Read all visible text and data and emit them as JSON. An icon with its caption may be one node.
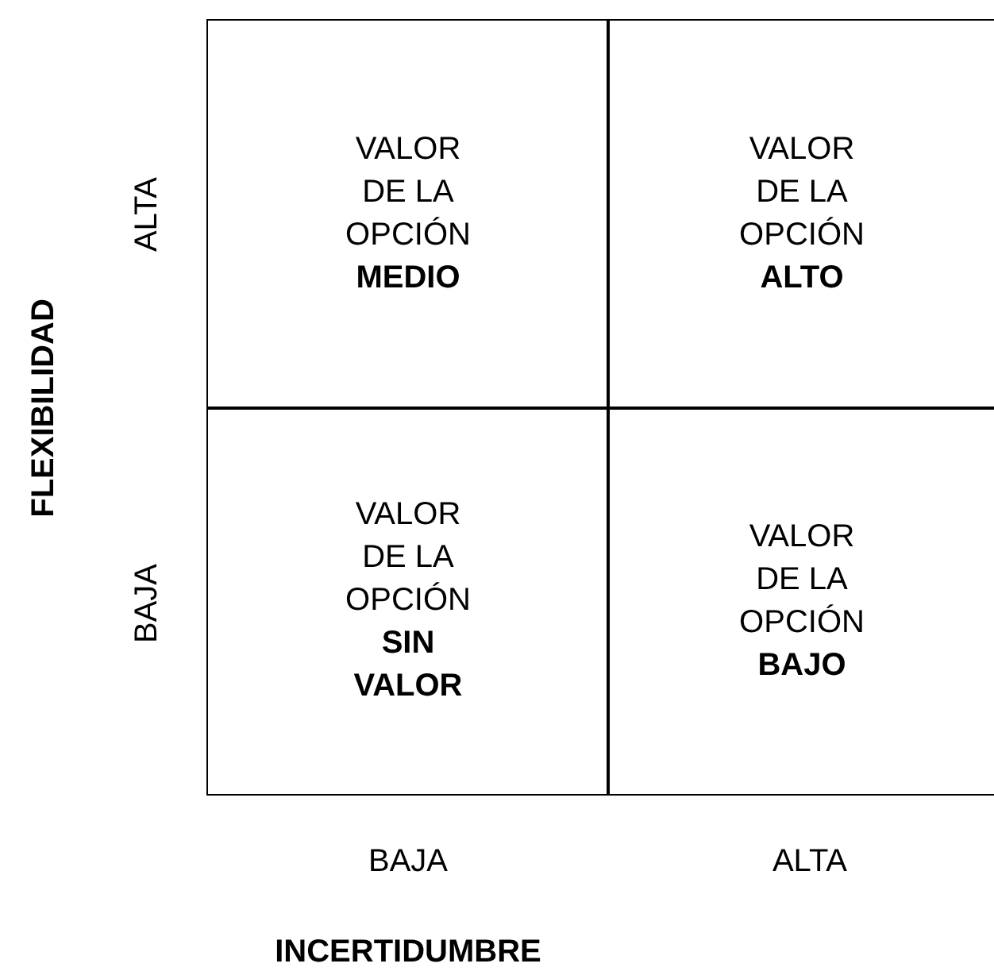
{
  "diagram": {
    "nodes": [
      {
        "text": [
          "VALOR DE LA OPCIÓN **MEDIO**"
        ]
      },
      {
        "text": [
          "VALOR DE LA OPCIÓN **ALTO**"
        ]
      },
      {
        "text": [
          "VALOR DE LA OPCIÓN **SIN VALOR**"
        ]
      },
      {
        "text": [
          "VALOR DE LA OPCIÓN **BAJO**"
        ]
      }
    ],
    "labels": [
      "ALTA",
      "FLEXIBILIDAD",
      "BAJA",
      "BAJA",
      "ALTA",
      "INCERTIDUMBRE"
    ]
  }
}
